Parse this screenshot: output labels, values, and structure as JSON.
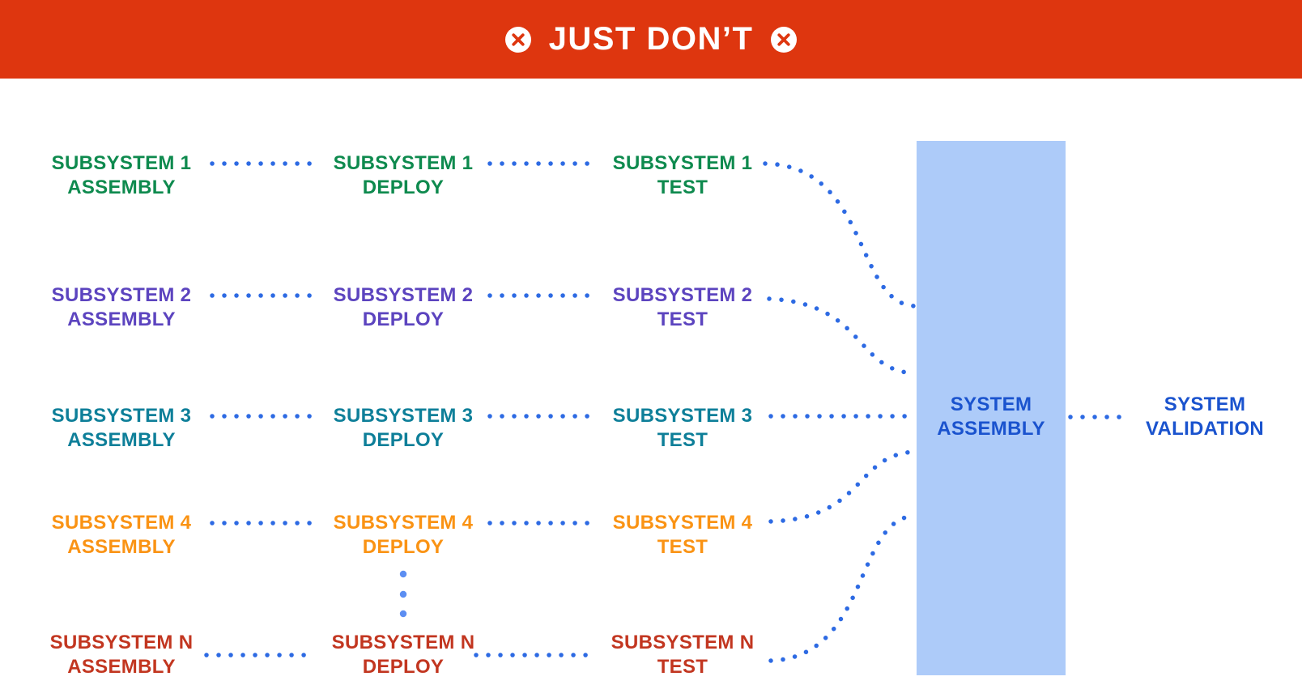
{
  "banner": {
    "title": "JUST DON’T",
    "bg_color": "#DE360F",
    "text_color": "#FFFFFF",
    "left_icon": "x-circle",
    "right_icon": "x-circle"
  },
  "pipeline": {
    "stage_names": [
      "ASSEMBLY",
      "DEPLOY",
      "TEST"
    ],
    "rows": [
      {
        "name": "SUBSYSTEM 1",
        "color": "#0E8A4E"
      },
      {
        "name": "SUBSYSTEM 2",
        "color": "#5C44BF"
      },
      {
        "name": "SUBSYSTEM 3",
        "color": "#0E7F99"
      },
      {
        "name": "SUBSYSTEM 4",
        "color": "#FA9314"
      },
      {
        "name": "SUBSYSTEM N",
        "color": "#C23620"
      }
    ]
  },
  "system_assembly": {
    "line1": "SYSTEM",
    "line2": "ASSEMBLY",
    "box_color": "#ADCBF9",
    "text_color": "#1A53CE"
  },
  "system_validation": {
    "line1": "SYSTEM",
    "line2": "VALIDATION",
    "text_color": "#1A53CE"
  },
  "connectors": {
    "dot_color": "#2D6AE3",
    "ellipsis_color": "#5C8EF2"
  }
}
